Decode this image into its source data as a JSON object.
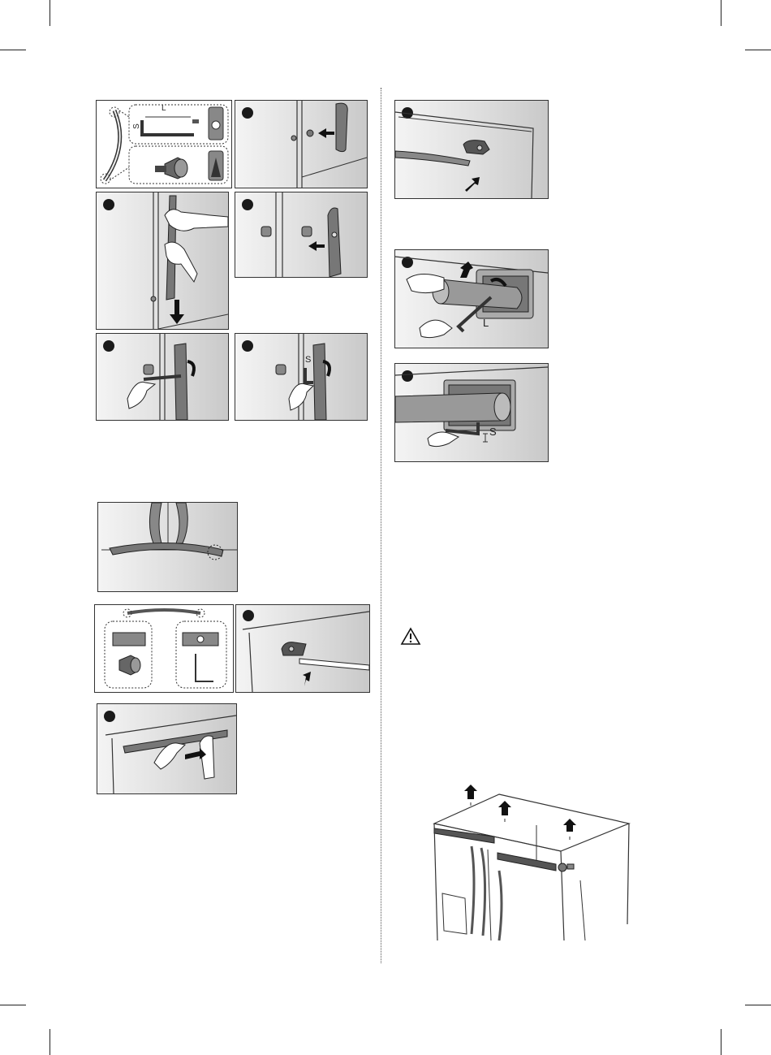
{
  "labels": {
    "tool_long": "L",
    "tool_short": "S",
    "gap_short": "S"
  },
  "colors": {
    "line": "#333333",
    "panel_light": "#f4f4f4",
    "panel_dark": "#c9c9c9"
  },
  "icons": [
    "step-marker-icon",
    "arrow-icon",
    "warning-icon",
    "hex-key-icon",
    "screw-icon"
  ]
}
